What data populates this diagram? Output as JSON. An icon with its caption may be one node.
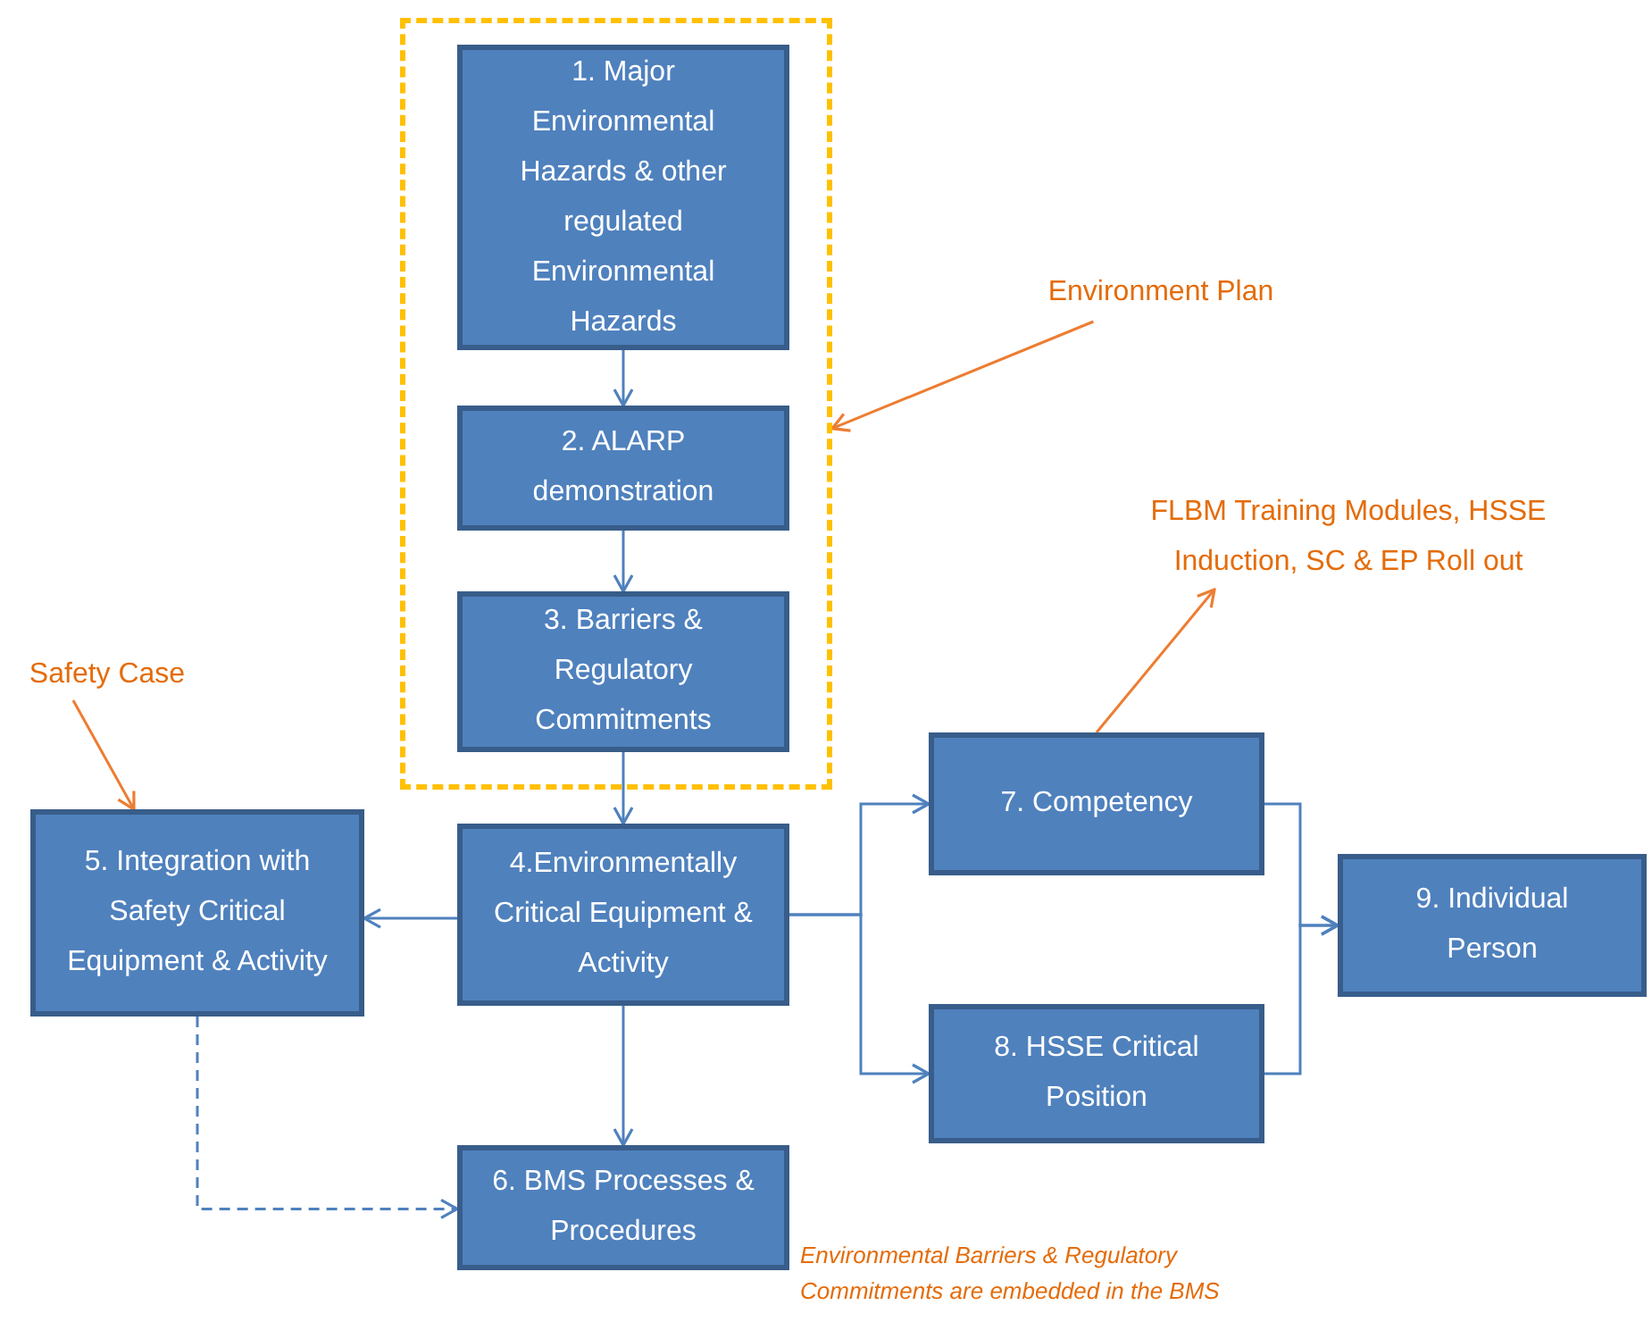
{
  "diagram": {
    "nodes": [
      {
        "text": [],
        "shape": "box"
      },
      {
        "text": [
          "1. Major Environmental Hazards & other regulated Environmental Hazards"
        ],
        "in": 0
      },
      {
        "text": [
          "2. ALARP demonstration"
        ],
        "in": 0
      },
      {
        "text": [
          "3. Barriers & Regulatory Commitments"
        ],
        "in": 0
      },
      {
        "text": [
          "Environment Plan"
        ]
      },
      {
        "text": [
          "Safety Case"
        ]
      },
      {
        "text": [
          "5. Integration with Safety Critical Equipment & Activity"
        ]
      },
      {
        "text": [
          "4.Environmentally Critical Equipment & Activity"
        ]
      },
      {
        "text": [
          "FLBM Training Modules, HSSE Induction, SC & EP Roll out"
        ]
      },
      {
        "text": [
          "7. Competency"
        ]
      },
      {
        "text": [
          "9. Individual Person"
        ]
      },
      {
        "text": [
          "8. HSSE Critical Position"
        ]
      },
      {
        "text": [
          "6. BMS Processes & Procedures"
        ],
        "beside": [
          "Environmental Barriers & Regulatory Commitments are embedded in the BMS"
        ]
      }
    ],
    "edges": [
      {
        "from": 1,
        "to": 2,
        "arrow": "to"
      },
      {
        "from": 2,
        "to": 3,
        "arrow": "to"
      },
      {
        "from": 3,
        "to": 7,
        "arrow": "to"
      },
      {
        "from": 4,
        "to": 0,
        "arrow": "to",
        "color": "#ed7d31"
      },
      {
        "from": 5,
        "to": 6,
        "arrow": "to",
        "color": "#ed7d31"
      },
      {
        "from": 7,
        "to": 6,
        "arrow": "to"
      },
      {
        "from": 7,
        "to": 12,
        "arrow": "to"
      },
      {
        "from": 6,
        "to": 12,
        "arrow": "to",
        "style": "dashed"
      },
      {
        "from": 7,
        "to": 9,
        "arrow": "to"
      },
      {
        "from": 7,
        "to": 11,
        "arrow": "to"
      },
      {
        "from": 9,
        "to": 8,
        "arrow": "to",
        "color": "#ed7d31"
      },
      {
        "from": 9,
        "to": 10,
        "arrow": "to"
      },
      {
        "from": 11,
        "to": 10,
        "arrow": "to"
      }
    ]
  }
}
